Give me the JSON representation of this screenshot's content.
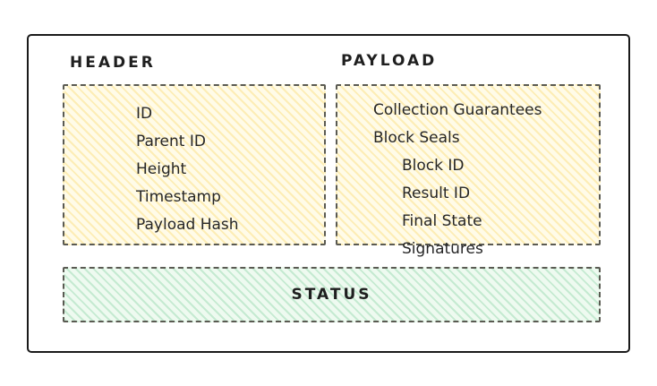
{
  "diagram": {
    "title_header": "HEADER",
    "title_payload": "PAYLOAD",
    "header": {
      "fields": [
        "ID",
        "Parent ID",
        "Height",
        "Timestamp",
        "Payload Hash"
      ]
    },
    "payload": {
      "fields": [
        "Collection Guarantees",
        "Block Seals",
        "Block ID",
        "Result ID",
        "Final State",
        "Signatures"
      ]
    },
    "status": {
      "label": "STATUS"
    },
    "colors": {
      "outline": "#1a1a1a",
      "dashed_border": "#5a5a52",
      "header_fill": "#fffbe8",
      "header_hatch": "#fadb78",
      "status_fill": "#eefaf0",
      "status_hatch": "#92d6ab"
    }
  }
}
